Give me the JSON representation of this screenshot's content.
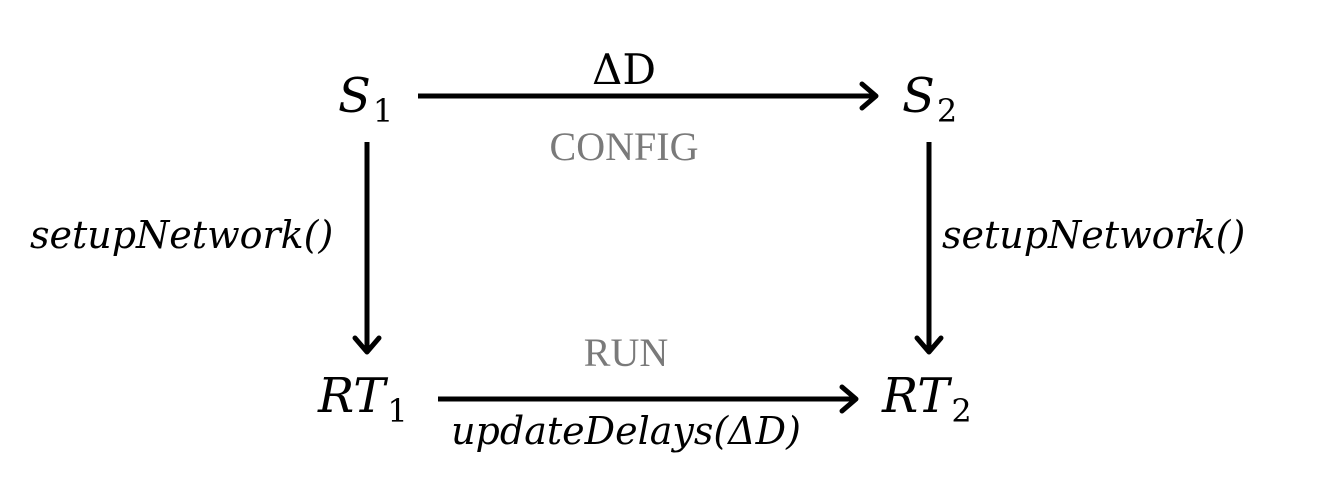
{
  "nodes": {
    "s1": {
      "base": "S",
      "sub": "1"
    },
    "s2": {
      "base": "S",
      "sub": "2"
    },
    "rt1": {
      "base": "RT",
      "sub": "1"
    },
    "rt2": {
      "base": "RT",
      "sub": "2"
    }
  },
  "edges": {
    "top": {
      "label_above": "ΔD",
      "label_below": "CONFIG"
    },
    "left": {
      "label": "setupNetwork()"
    },
    "right": {
      "label": "setupNetwork()"
    },
    "bottom": {
      "label_above": "RUN",
      "label_below": "updateDelays(ΔD)"
    }
  },
  "colors": {
    "phase_label": "#7a7a7a",
    "arrows": "#000000"
  }
}
